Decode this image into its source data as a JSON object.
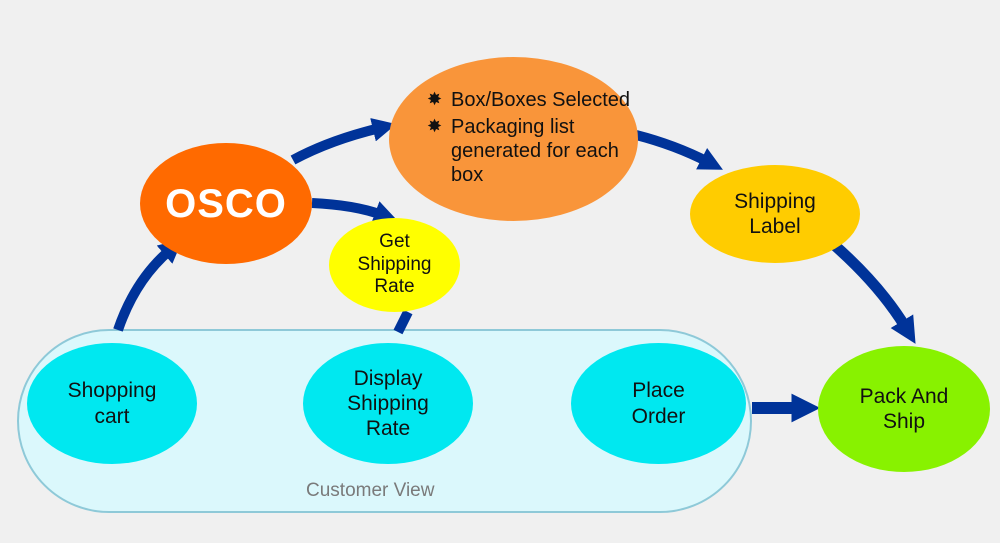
{
  "diagram": {
    "nodes": {
      "osco": "OSCO",
      "packaging_bullets": [
        "Box/Boxes Selected",
        "Packaging list generated for each box"
      ],
      "get_shipping_rate": [
        "Get",
        "Shipping",
        "Rate"
      ],
      "shipping_label": [
        "Shipping",
        "Label"
      ],
      "pack_and_ship": [
        "Pack And",
        "Ship"
      ],
      "shopping_cart": [
        "Shopping",
        "cart"
      ],
      "display_shipping_rate": [
        "Display",
        "Shipping",
        "Rate"
      ],
      "place_order": [
        "Place",
        "Order"
      ]
    },
    "group_label": "Customer View",
    "bullet_glyph": "✸",
    "colors": {
      "osco": "#ff6a00",
      "packaging": "#f9953a",
      "get_shipping_rate": "#ffff00",
      "shipping_label": "#ffcc00",
      "pack_and_ship": "#88f200",
      "customer_nodes": "#00e8f0",
      "customer_group_fill": "#dbf8fc",
      "arrow": "#003399"
    },
    "edges": [
      {
        "from": "shopping_cart",
        "to": "osco"
      },
      {
        "from": "osco",
        "to": "packaging"
      },
      {
        "from": "osco",
        "to": "get_shipping_rate"
      },
      {
        "from": "get_shipping_rate",
        "to": "display_shipping_rate"
      },
      {
        "from": "packaging",
        "to": "shipping_label"
      },
      {
        "from": "shipping_label",
        "to": "pack_and_ship"
      },
      {
        "from": "place_order",
        "to": "pack_and_ship"
      }
    ]
  }
}
